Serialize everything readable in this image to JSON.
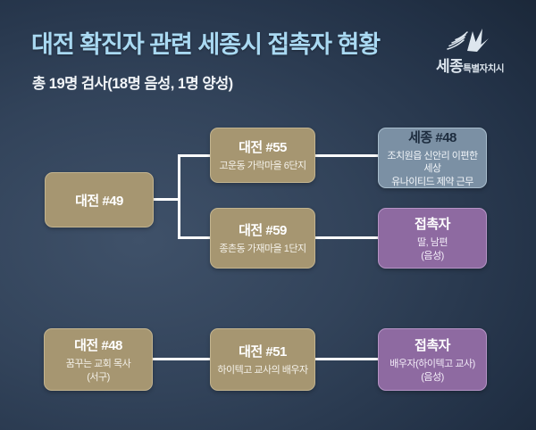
{
  "header": {
    "title": "대전 확진자 관련 세종시 접촉자 현황",
    "subtitle": "총 19명 검사(18명 음성, 1명 양성)"
  },
  "logo": {
    "city_large": "세종",
    "city_small": "특별자치시"
  },
  "colors": {
    "accent_title": "#a9d9f2",
    "case_box": "#a69671",
    "sejong_box": "#7b90a4",
    "contact_box": "#8e6aa1",
    "line": "#ffffff",
    "background_center": "#3f5169",
    "background_edge": "#111b28"
  },
  "nodes": {
    "daejeon49": {
      "title": "대전 #49",
      "subtitle": ""
    },
    "daejeon55": {
      "title": "대전 #55",
      "subtitle": "고운동 가락마을 6단지"
    },
    "sejong48": {
      "title": "세종 #48",
      "subtitle": "조치원읍 신안리 이편한세상\n유나이티드 제약 근무"
    },
    "daejeon59": {
      "title": "대전 #59",
      "subtitle": "종촌동 가재마을 1단지"
    },
    "contact1": {
      "title": "접촉자",
      "subtitle": "딸, 남편\n(음성)"
    },
    "daejeon48": {
      "title": "대전 #48",
      "subtitle": "꿈꾸는 교회 목사\n(서구)"
    },
    "daejeon51": {
      "title": "대전 #51",
      "subtitle": "하이텍고 교사의 배우자"
    },
    "contact2": {
      "title": "접촉자",
      "subtitle": "배우자(하이텍고 교사)\n(음성)"
    }
  }
}
